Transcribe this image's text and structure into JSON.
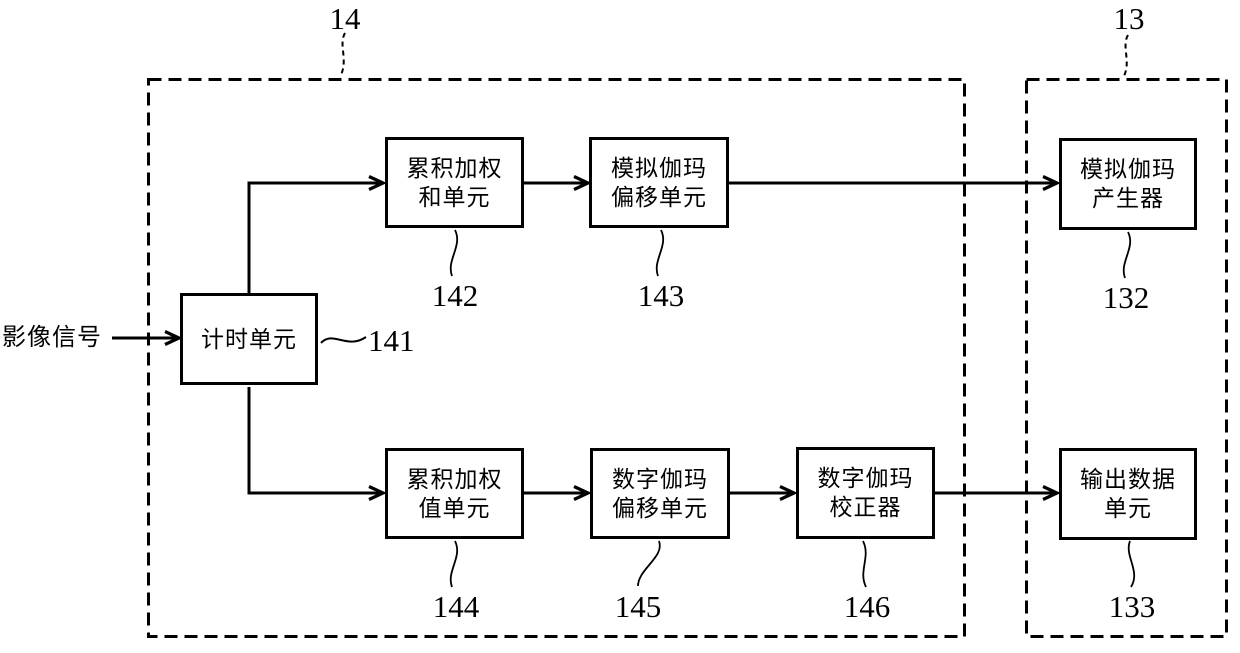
{
  "figure": {
    "colors": {
      "line": "#000000",
      "background": "#ffffff"
    },
    "input": {
      "label": "影像信号"
    },
    "groups": {
      "g14": {
        "ref": "14"
      },
      "g13": {
        "ref": "13"
      }
    },
    "blocks": {
      "b141": {
        "ref": "141",
        "l1": "计时单元"
      },
      "b142": {
        "ref": "142",
        "l1": "累积加权",
        "l2": "和单元"
      },
      "b143": {
        "ref": "143",
        "l1": "模拟伽玛",
        "l2": "偏移单元"
      },
      "b132": {
        "ref": "132",
        "l1": "模拟伽玛",
        "l2": "产生器"
      },
      "b144": {
        "ref": "144",
        "l1": "累积加权",
        "l2": "值单元"
      },
      "b145": {
        "ref": "145",
        "l1": "数字伽玛",
        "l2": "偏移单元"
      },
      "b146": {
        "ref": "146",
        "l1": "数字伽玛",
        "l2": "校正器"
      },
      "b133": {
        "ref": "133",
        "l1": "输出数据",
        "l2": "单元"
      }
    }
  }
}
